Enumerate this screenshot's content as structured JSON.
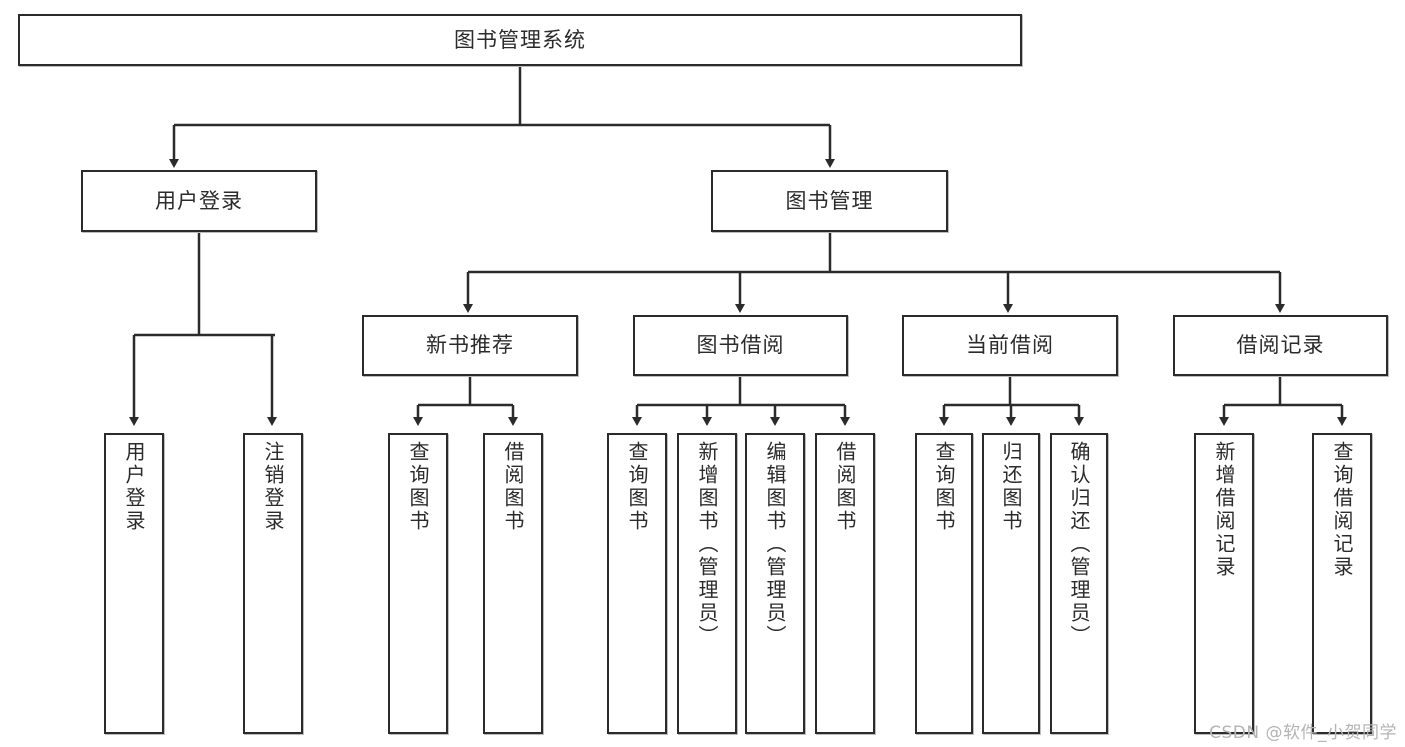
{
  "diagram": {
    "title": "图书管理系统 功能结构图",
    "type": "tree",
    "line_color": "#2b2b2b",
    "box_fill": "#ffffff",
    "text_color": "#2b2b2b"
  },
  "root": {
    "label": "图书管理系统"
  },
  "level2": [
    {
      "label": "用户登录"
    },
    {
      "label": "图书管理"
    }
  ],
  "level3": [
    {
      "label": "新书推荐"
    },
    {
      "label": "图书借阅"
    },
    {
      "label": "当前借阅"
    },
    {
      "label": "借阅记录"
    }
  ],
  "leaves": {
    "user_login": [
      {
        "label": "用户登录"
      },
      {
        "label": "注销登录"
      }
    ],
    "new_book": [
      {
        "label": "查询图书"
      },
      {
        "label": "借阅图书"
      }
    ],
    "book_borrow": [
      {
        "label": "查询图书"
      },
      {
        "label": "新增图书（管理员）"
      },
      {
        "label": "编辑图书（管理员）"
      },
      {
        "label": "借阅图书"
      }
    ],
    "current_borrow": [
      {
        "label": "查询图书"
      },
      {
        "label": "归还图书"
      },
      {
        "label": "确认归还（管理员）"
      }
    ],
    "borrow_record": [
      {
        "label": "新增借阅记录"
      },
      {
        "label": "查询借阅记录"
      }
    ]
  },
  "watermark": {
    "text": "CSDN @软件_小贺同学"
  }
}
